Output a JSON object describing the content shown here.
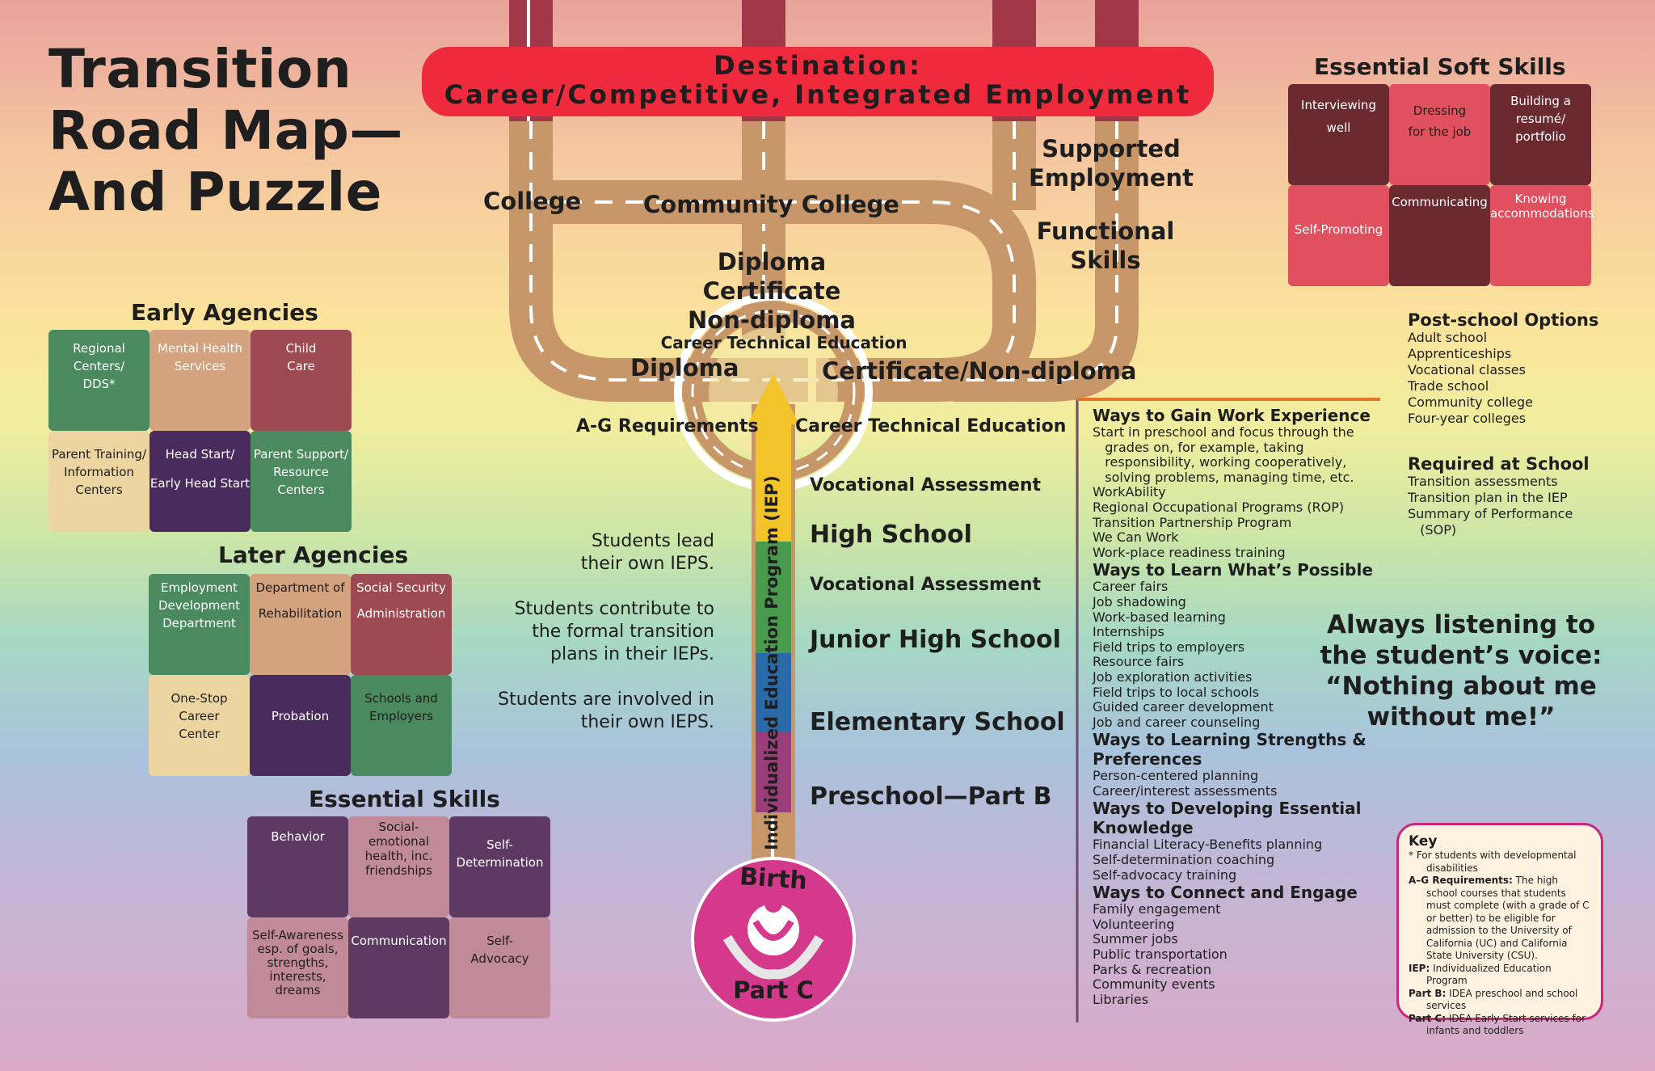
{
  "title": {
    "line1": "Transition",
    "line2": "Road Map—",
    "line3": "And Puzzle"
  },
  "destination": {
    "line1": "Destination:",
    "line2": "Career/Competitive, Integrated Employment"
  },
  "roads": {
    "college": "College",
    "community_college": "Community College",
    "supported_employment": [
      "Supported",
      "Employment"
    ],
    "functional_skills": [
      "Functional",
      "Skills"
    ],
    "center": [
      "Diploma",
      "Certificate",
      "Non-diploma"
    ],
    "center_cte": "Career Technical Education",
    "left_diploma": "Diploma",
    "right_certificate": "Certificate/Non-diploma",
    "ag": "A-G Requirements",
    "cte": "Career Technical Education"
  },
  "iep_label": "Individualized Education Program (IEP)",
  "stages": {
    "vocational_1": "Vocational Assessment",
    "high_school": "High School",
    "vocational_2": "Vocational Assessment",
    "junior_high": "Junior High School",
    "elementary": "Elementary School",
    "preschool": "Preschool—Part B"
  },
  "birth": {
    "top": "Birth",
    "bottom": "Part C"
  },
  "students": [
    [
      "Students lead",
      "their own IEPS."
    ],
    [
      "Students contribute to",
      "the formal transition",
      "plans in their IEPs."
    ],
    [
      "Students are involved in",
      "their own IEPS."
    ]
  ],
  "early_agencies": {
    "title": "Early Agencies",
    "pieces": [
      [
        "Regional",
        "Centers/",
        "DDS*"
      ],
      [
        "Mental Health",
        "Services"
      ],
      [
        "Child",
        "Care"
      ],
      [
        "Parent Training/",
        "Information",
        "Centers"
      ],
      [
        "Head Start/",
        "Early Head Start"
      ],
      [
        "Parent Support/",
        "Resource",
        "Centers"
      ]
    ]
  },
  "later_agencies": {
    "title": "Later Agencies",
    "pieces": [
      [
        "Employment",
        "Development",
        "Department"
      ],
      [
        "Department of",
        "Rehabilitation"
      ],
      [
        "Social Security",
        "Administration"
      ],
      [
        "One-Stop",
        "Career",
        "Center"
      ],
      [
        "Probation"
      ],
      [
        "Schools and",
        "Employers"
      ]
    ]
  },
  "essential_skills": {
    "title": "Essential Skills",
    "pieces": [
      [
        "Behavior"
      ],
      [
        "Social-",
        "emotional",
        "health, inc.",
        "friendships"
      ],
      [
        "Self-",
        "Determination"
      ],
      [
        "Self-Awareness",
        "esp. of goals,",
        "strengths,",
        "interests,",
        "dreams"
      ],
      [
        "Communication"
      ],
      [
        "Self-",
        "Advocacy"
      ]
    ]
  },
  "soft_skills": {
    "title": "Essential Soft Skills",
    "pieces": [
      [
        "Interviewing",
        "well"
      ],
      [
        "Dressing",
        "for the job"
      ],
      [
        "Building a",
        "resumé/",
        "portfolio"
      ],
      [
        "Self-Promoting"
      ],
      [
        "Communicating"
      ],
      [
        "Knowing",
        "accommodations"
      ]
    ]
  },
  "ways": [
    {
      "heading": [
        "Ways to Gain Work Experience"
      ],
      "items": [
        "Start in preschool and focus through the",
        "   grades on, for example, taking",
        "   responsibility, working cooperatively,",
        "   solving problems, managing time, etc.",
        "WorkAbility",
        "Regional Occupational Programs (ROP)",
        "Transition Partnership Program",
        "We Can Work",
        "Work-place readiness training"
      ]
    },
    {
      "heading": [
        "Ways to Learn What’s Possible"
      ],
      "items": [
        "Career fairs",
        "Job shadowing",
        "Work-based learning",
        "Internships",
        "Field trips to employers",
        "Resource fairs",
        "Job exploration activities",
        "Field trips to local schools",
        "Guided career development",
        "Job and career counseling"
      ]
    },
    {
      "heading": [
        "Ways to Learning Strengths &",
        "Preferences"
      ],
      "items": [
        "Person-centered planning",
        "Career/interest assessments"
      ]
    },
    {
      "heading": [
        "Ways to Developing Essential",
        "Knowledge"
      ],
      "items": [
        "Financial Literacy-Benefits planning",
        "Self-determination coaching",
        "Self-advocacy training"
      ]
    },
    {
      "heading": [
        "Ways to Connect and Engage"
      ],
      "items": [
        "Family engagement",
        "Volunteering",
        "Summer jobs",
        "Public transportation",
        "Parks & recreation",
        "Community events",
        "Libraries"
      ]
    }
  ],
  "post_school": {
    "heading": "Post-school Options",
    "items": [
      "Adult school",
      "Apprenticeships",
      "Vocational classes",
      "Trade school",
      "Community college",
      "Four-year colleges"
    ]
  },
  "required": {
    "heading": "Required at School",
    "items": [
      "Transition assessments",
      "Transition plan in the IEP",
      "Summary of Performance",
      "   (SOP)"
    ]
  },
  "quote": [
    "Always listening to",
    "the student’s voice:",
    "“Nothing about me",
    "without me!”"
  ],
  "key": {
    "title": "Key",
    "items": [
      {
        "term": "",
        "text": "* For students with developmental disabilities"
      },
      {
        "term": "A–G Requirements:",
        "text": " The high school courses that students must complete (with a grade of C or better) to be eligible for admission to the University of California (UC) and California State University (CSU)."
      },
      {
        "term": "IEP:",
        "text": " Individualized Education Program"
      },
      {
        "term": "Part B:",
        "text": " IDEA preschool and school services"
      },
      {
        "term": "Part C:",
        "text": " IDEA Early Start services for infants and toddlers"
      }
    ]
  },
  "colors": {
    "road": "#c89769",
    "road_dark": "#a2374a",
    "destination": "#ee2a3c",
    "birth": "#d4398c",
    "arrow": "#f2c42a",
    "green": "#4a8a5e",
    "tan": "#d3a27f",
    "maroon": "#9e4a52",
    "cream": "#ecd5a0",
    "purple": "#4a2b5e",
    "soft_dark": "#6b2a30",
    "soft_pink": "#e0505e"
  }
}
